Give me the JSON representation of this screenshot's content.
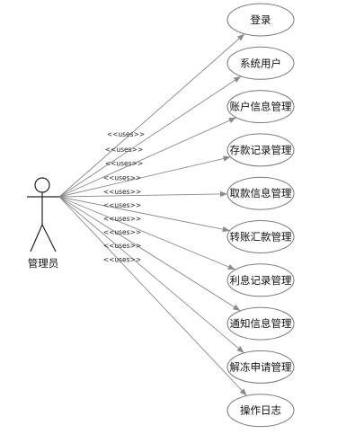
{
  "actor": {
    "label": "管理员"
  },
  "stereotype": "<<uses>>",
  "use_cases": [
    {
      "label": "登录"
    },
    {
      "label": "系统用户"
    },
    {
      "label": "账户信息管理"
    },
    {
      "label": "存款记录管理"
    },
    {
      "label": "取款信息管理"
    },
    {
      "label": "转账汇款管理"
    },
    {
      "label": "利息记录管理"
    },
    {
      "label": "通知信息管理"
    },
    {
      "label": "解冻申请管理"
    },
    {
      "label": "操作日志"
    }
  ]
}
